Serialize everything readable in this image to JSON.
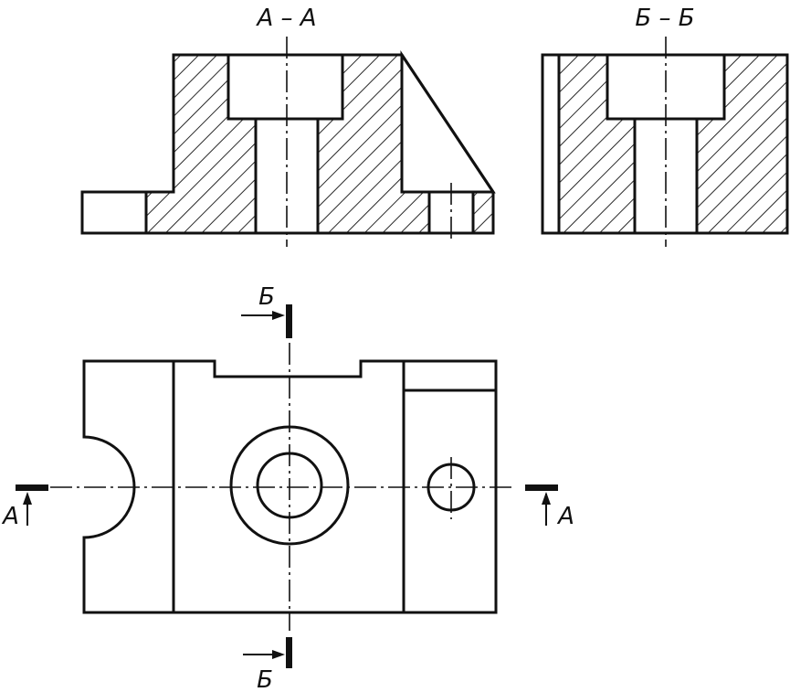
{
  "labels": {
    "section_aa_title": "А – А",
    "section_bb_title": "Б – Б",
    "cut_b_top": "Б",
    "cut_b_bottom": "Б",
    "cut_a_left": "А",
    "cut_a_right": "А"
  }
}
